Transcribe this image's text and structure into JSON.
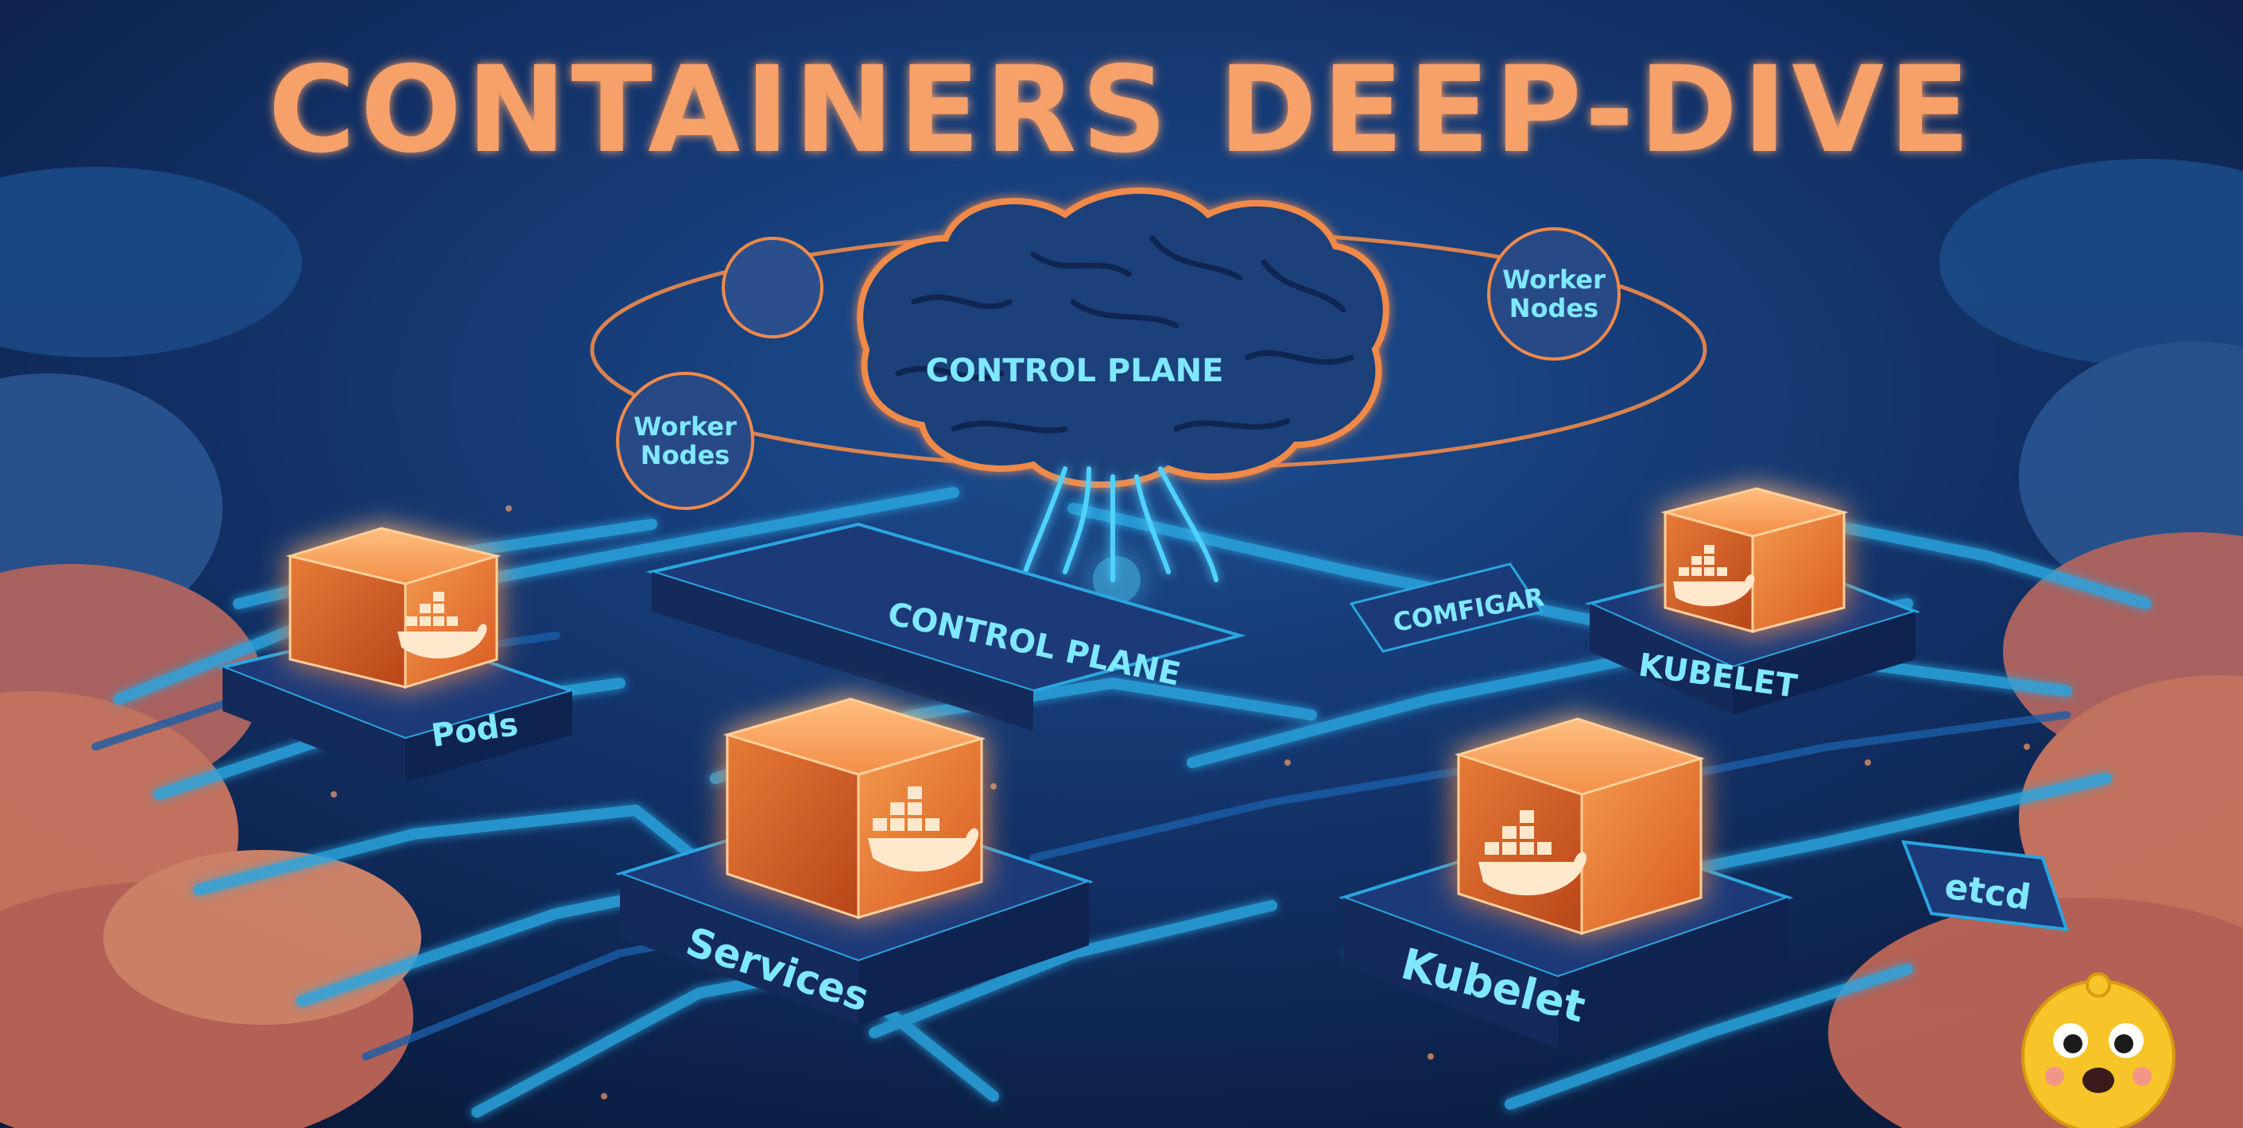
{
  "title": "CONTAINERS DEEP-DIVE",
  "brain_label": "CONTROL PLANE",
  "orbit_nodes": {
    "left": "Worker Nodes",
    "right": "Worker Nodes"
  },
  "platforms": {
    "control_plane": "CONTROL PLANE",
    "comfigar": "COMFIGAR",
    "pods": "Pods",
    "services": "Services",
    "kubelet_upper": "KUBELET",
    "kubelet_lower": "Kubelet",
    "etcd": "etcd"
  },
  "icons": [
    "docker-whale-icon",
    "brain-icon",
    "mascot-icon"
  ],
  "colors": {
    "title": "#f6a06a",
    "label": "#7fe8ff",
    "container": "#f07a34",
    "pipe": "#2aa6e0",
    "background": "#0a1a3a"
  }
}
